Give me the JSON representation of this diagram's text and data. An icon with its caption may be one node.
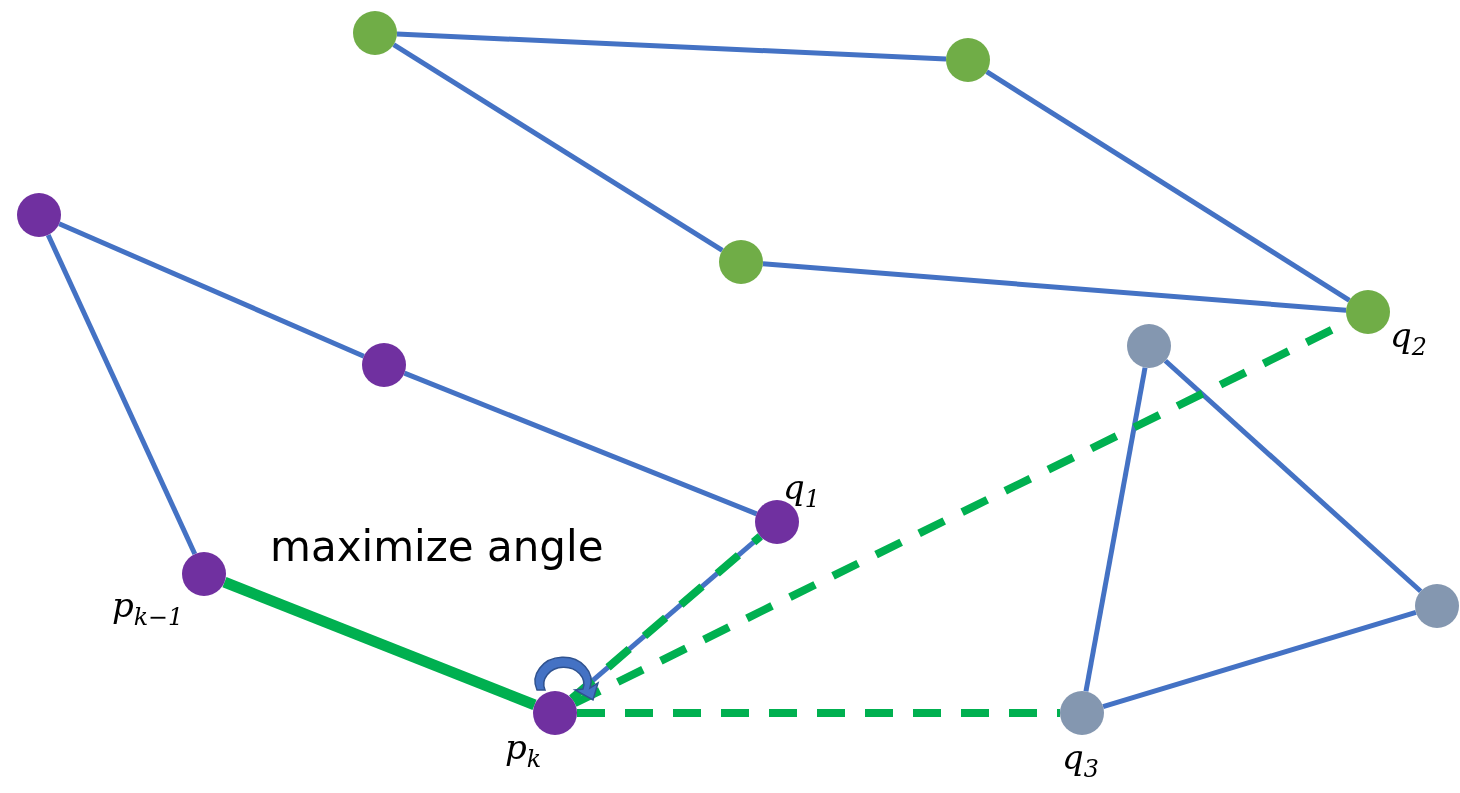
{
  "diagram": {
    "nodes": [
      {
        "text": [],
        "shape": "circle"
      },
      {
        "text": [],
        "shape": "circle"
      },
      {
        "text": [],
        "shape": "circle"
      },
      {
        "text": [],
        "shape": "circle",
        "beside": [
          "q$_{2}$"
        ]
      },
      {
        "text": [],
        "shape": "circle"
      },
      {
        "text": [],
        "shape": "circle"
      },
      {
        "text": [],
        "shape": "circle",
        "beside": [
          "q$_{1}$"
        ]
      },
      {
        "text": [],
        "shape": "circle",
        "beside": [
          "p$_{k−1}$"
        ]
      },
      {
        "text": [],
        "shape": "circle",
        "beside": [
          "p$_{k}$"
        ]
      },
      {
        "text": [],
        "shape": "circle"
      },
      {
        "text": [],
        "shape": "circle",
        "beside": [
          "q$_{3}$"
        ]
      },
      {
        "text": [],
        "shape": "circle"
      }
    ],
    "edges": [
      {
        "from": 0,
        "to": 1,
        "arrow": "none"
      },
      {
        "from": 1,
        "to": 3,
        "arrow": "none"
      },
      {
        "from": 3,
        "to": 2,
        "arrow": "none"
      },
      {
        "from": 2,
        "to": 0,
        "arrow": "none"
      },
      {
        "from": 4,
        "to": 5,
        "arrow": "none"
      },
      {
        "from": 5,
        "to": 6,
        "arrow": "none"
      },
      {
        "from": 6,
        "to": 8,
        "arrow": "none"
      },
      {
        "from": 8,
        "to": 7,
        "arrow": "none",
        "style": "thick",
        "color": "#00b050"
      },
      {
        "from": 7,
        "to": 4,
        "arrow": "none"
      },
      {
        "from": 9,
        "to": 10,
        "arrow": "none"
      },
      {
        "from": 9,
        "to": 11,
        "arrow": "none"
      },
      {
        "from": 11,
        "to": 10,
        "arrow": "none"
      },
      {
        "from": 8,
        "to": 6,
        "arrow": "none",
        "style": "dashed",
        "color": "#00b050"
      },
      {
        "from": 8,
        "to": 3,
        "arrow": "none",
        "style": "dashed",
        "color": "#00b050"
      },
      {
        "from": 8,
        "to": 10,
        "arrow": "none",
        "style": "dashed",
        "color": "#00b050"
      }
    ],
    "labels": [
      "maximize angle"
    ]
  }
}
